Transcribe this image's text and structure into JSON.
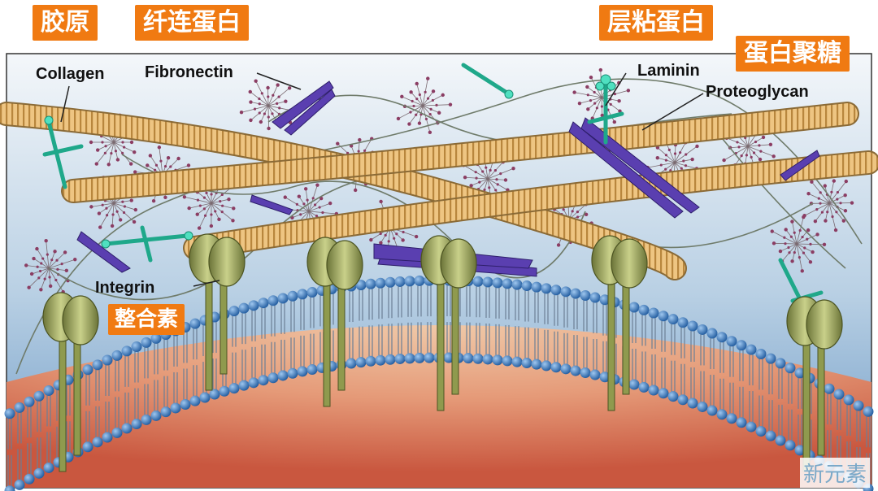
{
  "labels_cn": {
    "collagen": "胶原",
    "fibronectin": "纤连蛋白",
    "laminin": "层粘蛋白",
    "proteoglycan": "蛋白聚糖",
    "integrin": "整合素"
  },
  "labels_en": {
    "collagen": "Collagen",
    "fibronectin": "Fibronectin",
    "laminin": "Laminin",
    "proteoglycan": "Proteoglycan",
    "integrin": "Integrin"
  },
  "watermark": "新元素",
  "colors": {
    "tag_bg": "#f07a12",
    "tag_text": "#ffffff",
    "matrix_bg_top": "#f4f7fa",
    "matrix_bg_bottom": "#6f9bc6",
    "collagen_fill": "#e8bd74",
    "collagen_band": "#b8863d",
    "fibronectin": "#5a3fb0",
    "laminin": "#2ec7a6",
    "proteoglycan": "#6b4a6a",
    "integrin": "#9aa561",
    "lipid_head": "#2f6fb5",
    "cytoplasm": "#d9735a"
  }
}
